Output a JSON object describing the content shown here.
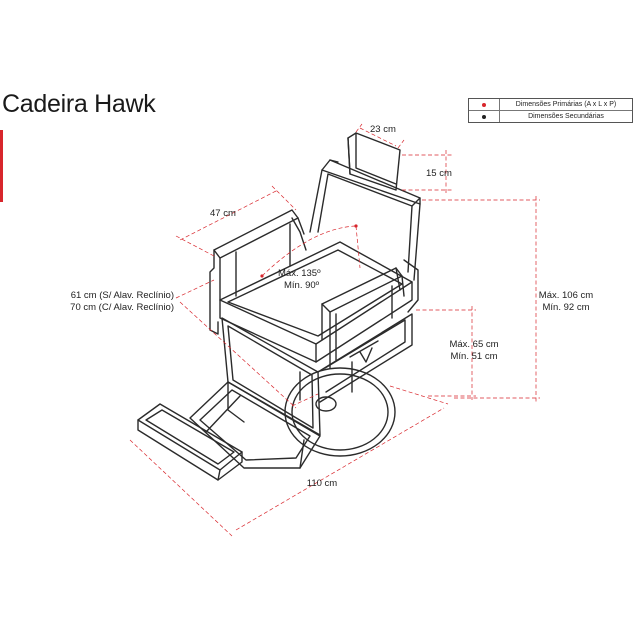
{
  "title": "Cadeira Hawk",
  "legend": {
    "primary_label": "Dimensões Primárias (A x L x P)",
    "secondary_label": "Dimensões Secundárias",
    "primary_color": "#d8262c",
    "secondary_color": "#222222"
  },
  "dimensions": {
    "headrest_width": "23 cm",
    "headrest_height": "15 cm",
    "seat_width": "47 cm",
    "recline_max": "Máx. 135º",
    "recline_min": "Mín. 90º",
    "seat_depth_without": "61 cm (S/ Alav. Reclínio)",
    "seat_depth_with": "70 cm (C/ Alav. Reclínio)",
    "height_max": "Máx. 106 cm",
    "height_min": "Mín. 92 cm",
    "seat_height_max": "Máx. 65 cm",
    "seat_height_min": "Mín. 51 cm",
    "total_length": "110 cm"
  },
  "colors": {
    "dimension_line": "#d8262c",
    "outline": "#2b2b2b"
  }
}
